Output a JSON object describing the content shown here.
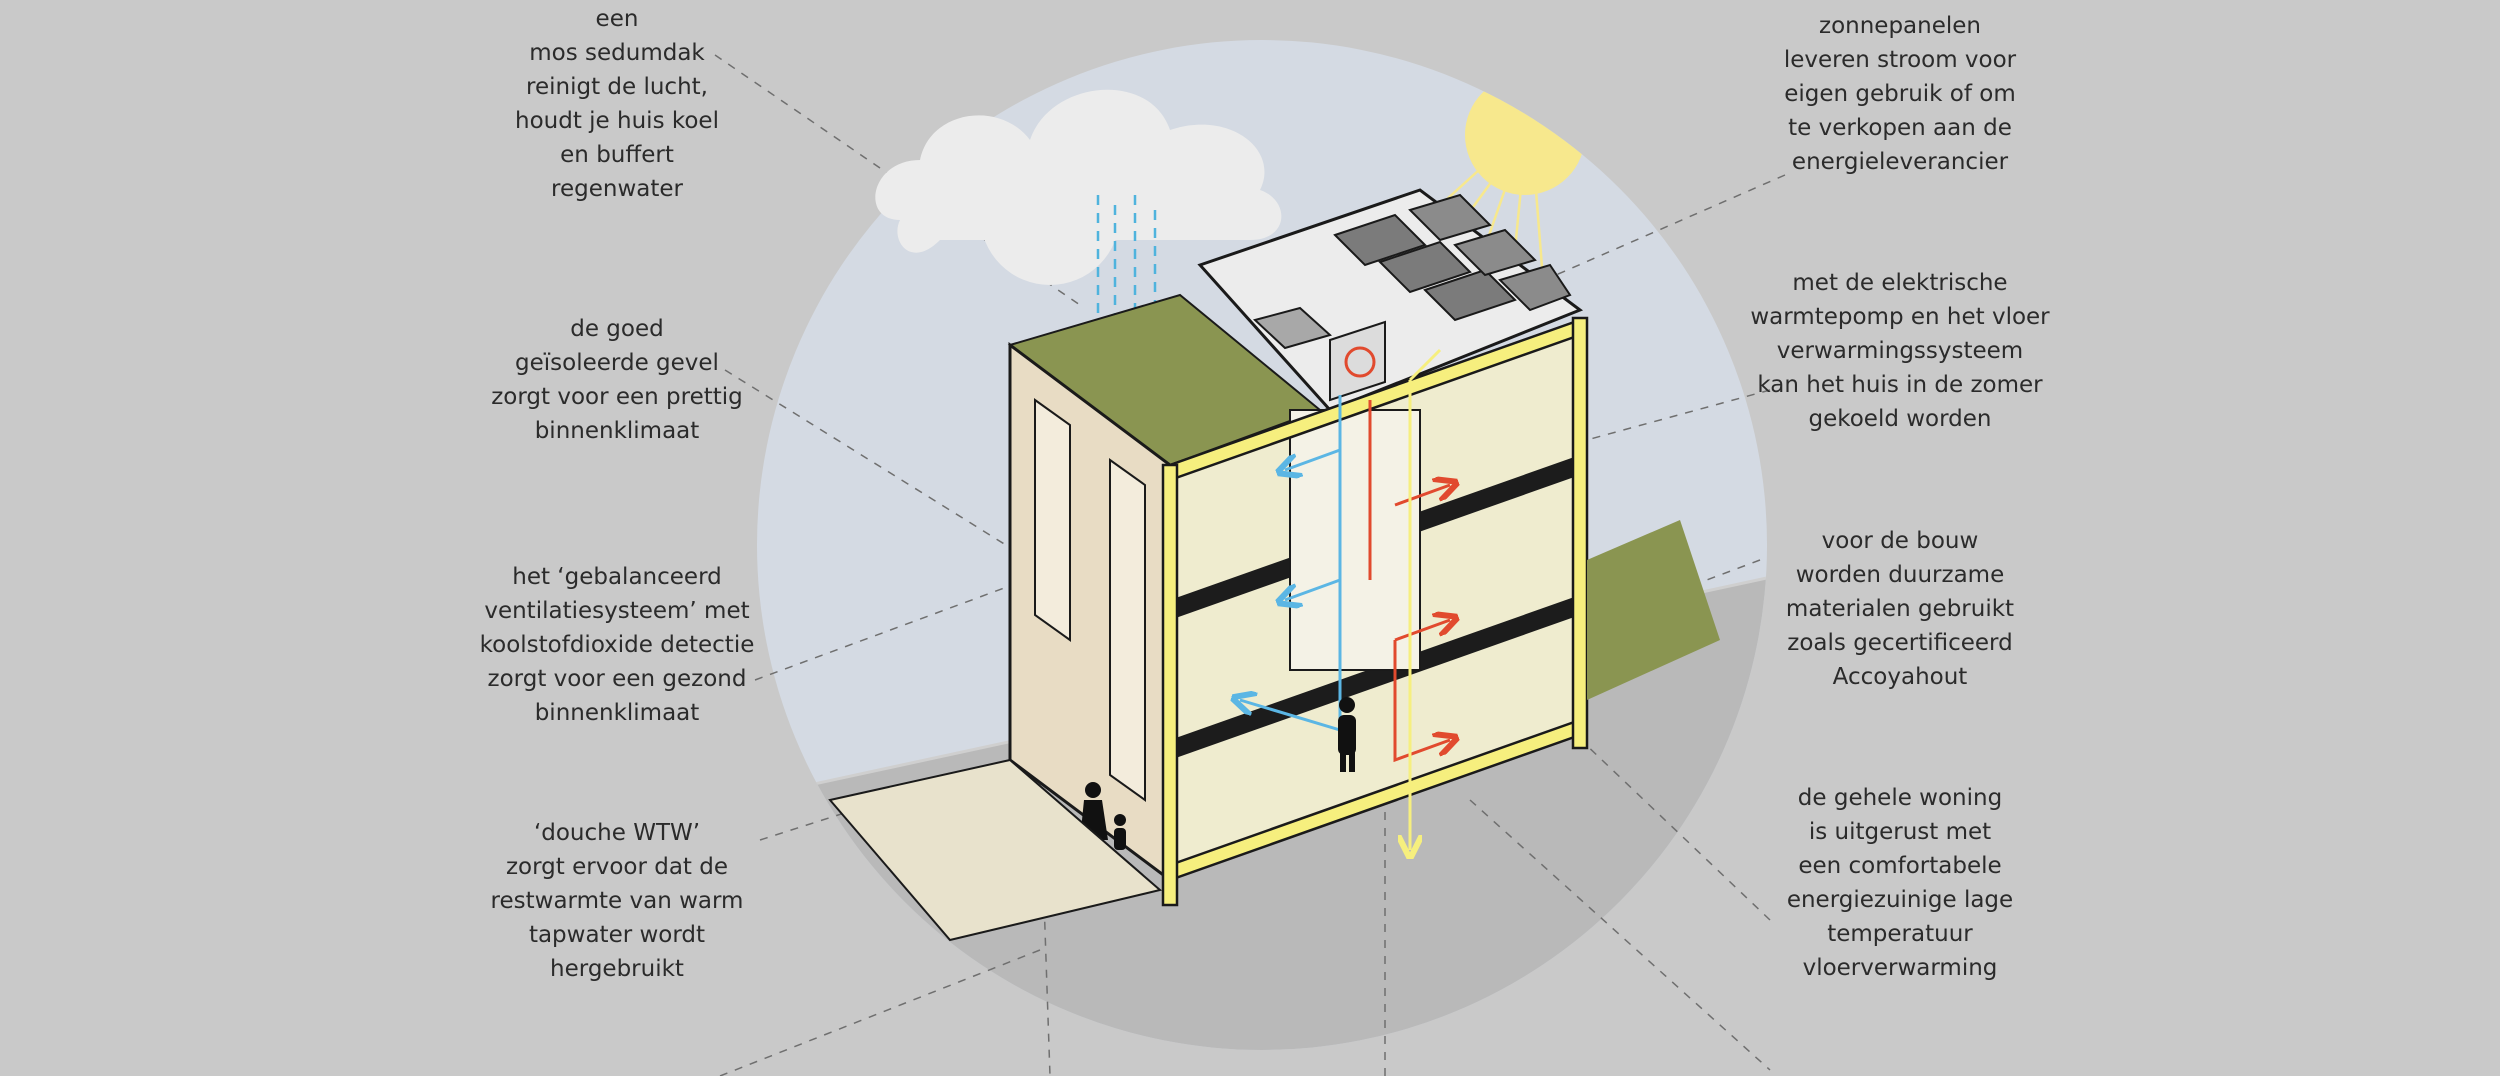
{
  "labels": {
    "sedumdak": "een\nmos sedumdak\nreinigt de lucht,\nhoudt je huis koel\nen buffert\nregenwater",
    "gevel": "de goed\ngeïsoleerde gevel\nzorgt voor een prettig\nbinnenklimaat",
    "ventilatie": "het ‘gebalanceerd\nventilatiesysteem’ met\nkoolstofdioxide detectie\nzorgt voor een gezond\nbinnenklimaat",
    "douche": "‘douche WTW’\nzorgt ervoor dat de\nrestwarmte van warm\ntapwater wordt\nhergebruikt",
    "zonnepanelen": "zonnepanelen\nleveren stroom voor\neigen gebruik of om\nte verkopen aan de\nenergieleverancier",
    "warmtepomp": "met de elektrische\nwarmtepomp en het vloer\nverwarmingssysteem\nkan het huis in de zomer\ngekoeld worden",
    "materialen": "voor de bouw\nworden duurzame\nmaterialen gebruikt\nzoals gecertificeerd\nAccoyahout",
    "vloerverwarming": "de gehele woning\nis uitgerust met\neen comfortabele\nenergiezuinige lage\ntemperatuur\nvloerverwarming"
  },
  "colors": {
    "background": "#c9c9c9",
    "sky": "#d4dae3",
    "ground": "#b9b9b9",
    "cloud": "#ececec",
    "rain": "#4fb3dd",
    "sun": "#f7e88d",
    "green_roof": "#8a9551",
    "facade": "#e8dcc4",
    "floor": "#efeccf",
    "frame": "#f6ef7e",
    "outline": "#1a1a1a",
    "cold_air": "#5bb6e4",
    "warm_air": "#e14a2e",
    "leader_line": "#6f6f6f"
  },
  "icons": [
    "cloud-icon",
    "sun-icon",
    "solar-panel-icon",
    "heat-pump-icon",
    "person-icon",
    "parent-child-icon"
  ]
}
